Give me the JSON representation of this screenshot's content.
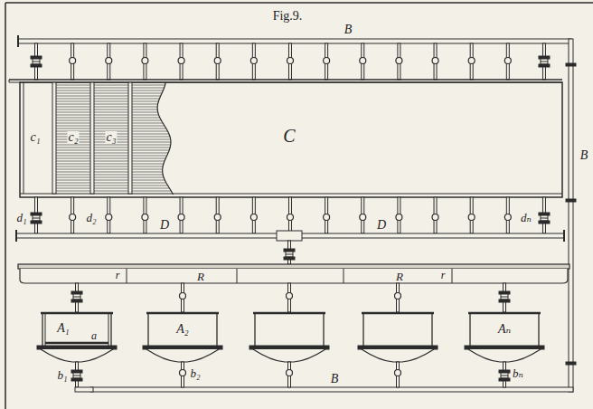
{
  "diagram": {
    "title": "Fig.9.",
    "labels": [
      "B",
      "C",
      "c₁",
      "c₂",
      "c₃",
      "B",
      "d₁",
      "d₂",
      "dₙ",
      "D",
      "D",
      "R",
      "R",
      "r",
      "r",
      "A₁",
      "a",
      "A₂",
      "Aₙ",
      "b₁",
      "b₂",
      "bₙ",
      "B"
    ]
  }
}
